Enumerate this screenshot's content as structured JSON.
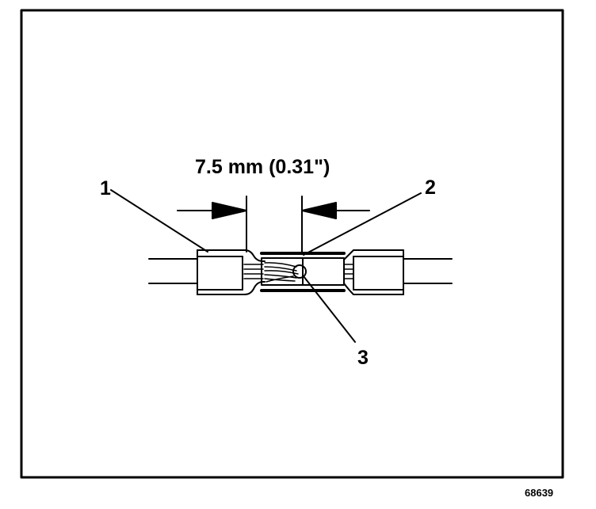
{
  "diagram": {
    "dimension_label": "7.5 mm (0.31\")",
    "callouts": [
      "1",
      "2",
      "3"
    ],
    "figure_id": "68639",
    "colors": {
      "ink": "#000000",
      "paper": "#ffffff"
    }
  }
}
